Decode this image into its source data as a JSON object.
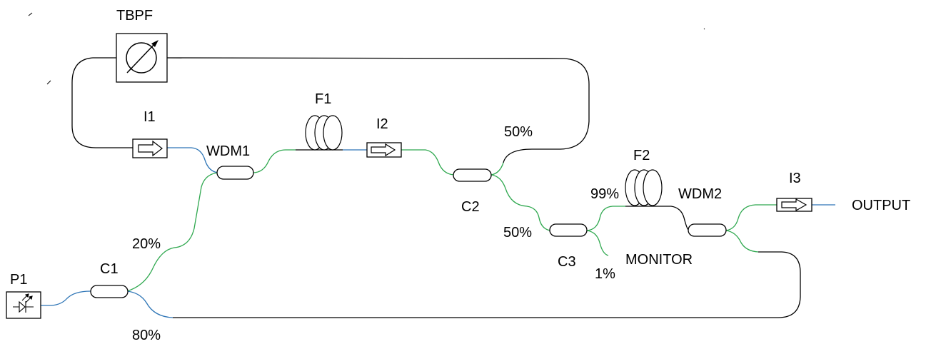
{
  "labels": {
    "tbpf": "TBPF",
    "i1": "I1",
    "wdm1": "WDM1",
    "f1": "F1",
    "i2": "I2",
    "c2": "C2",
    "c2_upper": "50%",
    "c2_lower": "50%",
    "f2": "F2",
    "c3_upper": "99%",
    "wdm2": "WDM2",
    "i3": "I3",
    "output": "OUTPUT",
    "c1_upper": "20%",
    "c1": "C1",
    "p1": "P1",
    "c3": "C3",
    "monitor": "MONITOR",
    "c3_lower": "1%",
    "c1_lower": "80%"
  },
  "colors": {
    "black_fiber": "#000000",
    "blue_fiber": "#2e75b6",
    "green_fiber": "#2fa84f"
  },
  "icons": {
    "tbpf": "tunable-filter-icon",
    "isolator": "isolator-arrow-icon",
    "coupler": "coupler-icon",
    "fiber_coil": "fiber-coil-icon",
    "pump": "laser-diode-icon"
  }
}
